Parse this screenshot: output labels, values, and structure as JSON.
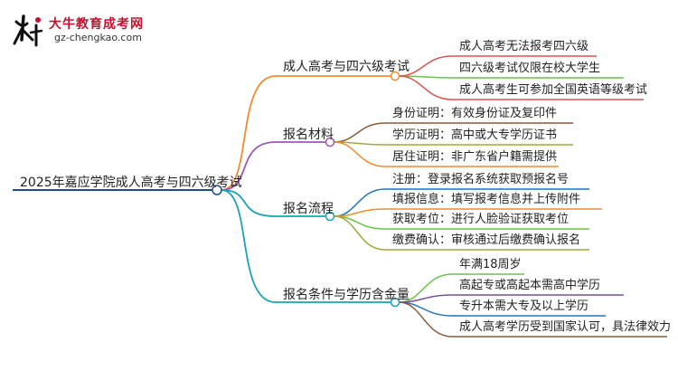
{
  "header": {
    "logo_title": "大牛教育成考网",
    "logo_url": "gz-chengkao.com"
  },
  "colors": {
    "root": "#1f4e8c",
    "branch1": "#f08c2e",
    "branch2": "#9b59b6",
    "branch3": "#1aa3b8",
    "branch4": "#1aa3b8",
    "leaf_red": "#d9534f",
    "leaf_green": "#6cc24a",
    "leaf_blue": "#1e73be",
    "leaf_orange": "#f08c2e",
    "leaf_brown": "#8b5a3c",
    "leaf_olive": "#a3a83c",
    "leaf_purple": "#7b4fa0"
  },
  "mindmap": {
    "root": "2025年嘉应学院成人高考与四六级考试",
    "branches": [
      {
        "label": "成人高考与四六级考试",
        "leaves": [
          "成人高考无法报考四六级",
          "四六级考试仅限在校大学生",
          "成人高考生可参加全国英语等级考试"
        ]
      },
      {
        "label": "报名材料",
        "leaves": [
          "身份证明：有效身份证及复印件",
          "学历证明：高中或大专学历证书",
          "居住证明：非广东省户籍需提供"
        ]
      },
      {
        "label": "报名流程",
        "leaves": [
          "注册：登录报名系统获取预报名号",
          "填报信息：填写报考信息并上传附件",
          "获取考位：进行人脸验证获取考位",
          "缴费确认：审核通过后缴费确认报名"
        ]
      },
      {
        "label": "报名条件与学历含金量",
        "leaves": [
          "年满18周岁",
          "高起专或高起本需高中学历",
          "专升本需大专及以上学历",
          "成人高考学历受到国家认可，具法律效力"
        ]
      }
    ]
  }
}
